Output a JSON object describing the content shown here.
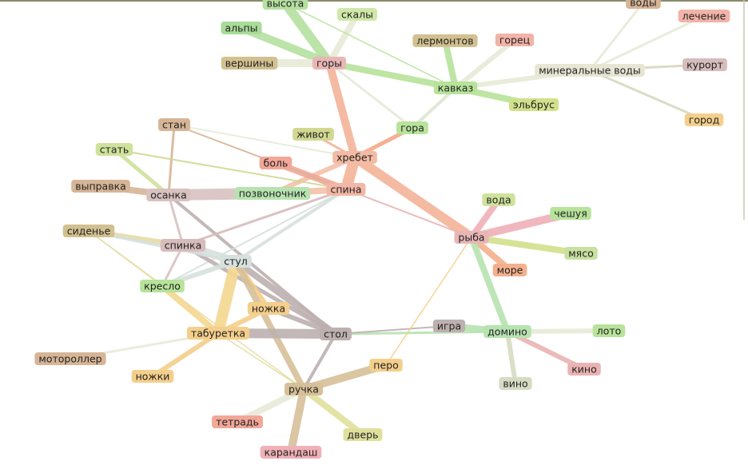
{
  "graph": {
    "nodes": [
      {
        "id": "высота",
        "label": "высота",
        "color": "#b5e0a0"
      },
      {
        "id": "скалы",
        "label": "скалы",
        "color": "#cfe8a8"
      },
      {
        "id": "воды",
        "label": "воды",
        "color": "#d6b596"
      },
      {
        "id": "лечение",
        "label": "лечение",
        "color": "#f2b3a8"
      },
      {
        "id": "альпы",
        "label": "альпы",
        "color": "#a8dc98"
      },
      {
        "id": "лермонтов",
        "label": "лермонтов",
        "color": "#d2c190"
      },
      {
        "id": "горец",
        "label": "горец",
        "color": "#f2b3a8"
      },
      {
        "id": "вершины",
        "label": "вершины",
        "color": "#d2c190"
      },
      {
        "id": "горы",
        "label": "горы",
        "color": "#e8b7b5"
      },
      {
        "id": "курорт",
        "label": "курорт",
        "color": "#d7bcbc"
      },
      {
        "id": "минеральные_воды",
        "label": "минеральные воды",
        "color": "#e8e5d3"
      },
      {
        "id": "кавказ",
        "label": "кавказ",
        "color": "#b7e39a"
      },
      {
        "id": "эльбрус",
        "label": "эльбрус",
        "color": "#d2e08c"
      },
      {
        "id": "город",
        "label": "город",
        "color": "#f4cf8c"
      },
      {
        "id": "стан",
        "label": "стан",
        "color": "#d6b596"
      },
      {
        "id": "живот",
        "label": "живот",
        "color": "#d2d890"
      },
      {
        "id": "гора",
        "label": "гора",
        "color": "#b7e39a"
      },
      {
        "id": "стать",
        "label": "стать",
        "color": "#cfe29c"
      },
      {
        "id": "хребет",
        "label": "хребет",
        "color": "#f4bba4"
      },
      {
        "id": "боль",
        "label": "боль",
        "color": "#f2a798"
      },
      {
        "id": "выправка",
        "label": "выправка",
        "color": "#d6b596"
      },
      {
        "id": "позвоночник",
        "label": "позвоночник",
        "color": "#b7e3b0"
      },
      {
        "id": "спина",
        "label": "спина",
        "color": "#f2b7a6"
      },
      {
        "id": "осанка",
        "label": "осанка",
        "color": "#d8c2c0"
      },
      {
        "id": "вода",
        "label": "вода",
        "color": "#cfe29c"
      },
      {
        "id": "чешуя",
        "label": "чешуя",
        "color": "#b7e39a"
      },
      {
        "id": "сиденье",
        "label": "сиденье",
        "color": "#d2c190"
      },
      {
        "id": "рыба",
        "label": "рыба",
        "color": "#e8b7b5"
      },
      {
        "id": "спинка",
        "label": "спинка",
        "color": "#d7bcbc"
      },
      {
        "id": "стул",
        "label": "стул",
        "color": "#d6e0dc"
      },
      {
        "id": "мясо",
        "label": "мясо",
        "color": "#c8e0a0"
      },
      {
        "id": "море",
        "label": "море",
        "color": "#f4b08c"
      },
      {
        "id": "кресло",
        "label": "кресло",
        "color": "#b7e39a"
      },
      {
        "id": "ножка",
        "label": "ножка",
        "color": "#f4cf8c"
      },
      {
        "id": "игра",
        "label": "игра",
        "color": "#bdb1b0"
      },
      {
        "id": "лото",
        "label": "лото",
        "color": "#b7e39a"
      },
      {
        "id": "домино",
        "label": "домино",
        "color": "#b7e3b0"
      },
      {
        "id": "табуретка",
        "label": "табуретка",
        "color": "#f4cf8c"
      },
      {
        "id": "стол",
        "label": "стол",
        "color": "#bdb1b0"
      },
      {
        "id": "мотороллер",
        "label": "мотороллер",
        "color": "#d6b596"
      },
      {
        "id": "кино",
        "label": "кино",
        "color": "#eab3b3"
      },
      {
        "id": "ножки",
        "label": "ножки",
        "color": "#f4cf8c"
      },
      {
        "id": "перо",
        "label": "перо",
        "color": "#f4cf8c"
      },
      {
        "id": "вино",
        "label": "вино",
        "color": "#d6dcc4"
      },
      {
        "id": "ручка",
        "label": "ручка",
        "color": "#d6c098"
      },
      {
        "id": "тетрадь",
        "label": "тетрадь",
        "color": "#f2a798"
      },
      {
        "id": "дверь",
        "label": "дверь",
        "color": "#dfe09c"
      },
      {
        "id": "карандаш",
        "label": "карандаш",
        "color": "#f0b0b8"
      }
    ],
    "edges": [
      {
        "source": "горы",
        "target": "высота",
        "color": "#b5e0a0",
        "weight": 12
      },
      {
        "source": "горы",
        "target": "скалы",
        "color": "#e8ead8",
        "weight": 8
      },
      {
        "source": "горы",
        "target": "альпы",
        "color": "#b5e0a0",
        "weight": 10
      },
      {
        "source": "горы",
        "target": "вершины",
        "color": "#e8ead8",
        "weight": 10
      },
      {
        "source": "горы",
        "target": "кавказ",
        "color": "#b7e39a",
        "weight": 8
      },
      {
        "source": "горы",
        "target": "хребет",
        "color": "#f4b398",
        "weight": 10
      },
      {
        "source": "горы",
        "target": "гора",
        "color": "#e6ead8",
        "weight": 3
      },
      {
        "source": "высота",
        "target": "кавказ",
        "color": "#b7e39a",
        "weight": 1.5
      },
      {
        "source": "кавказ",
        "target": "лермонтов",
        "color": "#b7e39a",
        "weight": 8
      },
      {
        "source": "кавказ",
        "target": "горец",
        "color": "#e8ead8",
        "weight": 6
      },
      {
        "source": "кавказ",
        "target": "эльбрус",
        "color": "#b7e39a",
        "weight": 8
      },
      {
        "source": "кавказ",
        "target": "минеральные_воды",
        "color": "#e8ead8",
        "weight": 6
      },
      {
        "source": "кавказ",
        "target": "гора",
        "color": "#dde6d2",
        "weight": 4
      },
      {
        "source": "минеральные_воды",
        "target": "воды",
        "color": "#e8ead8",
        "weight": 3
      },
      {
        "source": "минеральные_воды",
        "target": "лечение",
        "color": "#e8ead8",
        "weight": 3
      },
      {
        "source": "минеральные_воды",
        "target": "курорт",
        "color": "#d8d8c0",
        "weight": 3
      },
      {
        "source": "минеральные_воды",
        "target": "город",
        "color": "#d8d8c0",
        "weight": 3
      },
      {
        "source": "гора",
        "target": "хребет",
        "color": "#f4a888",
        "weight": 5
      },
      {
        "source": "хребет",
        "target": "живот",
        "color": "#f4b398",
        "weight": 3
      },
      {
        "source": "хребет",
        "target": "спина",
        "color": "#f4b398",
        "weight": 14
      },
      {
        "source": "хребет",
        "target": "рыба",
        "color": "#f4b398",
        "weight": 12
      },
      {
        "source": "хребет",
        "target": "позвоночник",
        "color": "#f4c0a8",
        "weight": 6
      },
      {
        "source": "хребет",
        "target": "стан",
        "color": "#e8ead8",
        "weight": 2
      },
      {
        "source": "боль",
        "target": "спина",
        "color": "#f2a798",
        "weight": 8
      },
      {
        "source": "стан",
        "target": "спина",
        "color": "#d6b596",
        "weight": 2
      },
      {
        "source": "стан",
        "target": "осанка",
        "color": "#d6b596",
        "weight": 3
      },
      {
        "source": "стать",
        "target": "осанка",
        "color": "#cfe29c",
        "weight": 5
      },
      {
        "source": "стать",
        "target": "спина",
        "color": "#d2d890",
        "weight": 2
      },
      {
        "source": "выправка",
        "target": "осанка",
        "color": "#d6b596",
        "weight": 8
      },
      {
        "source": "осанка",
        "target": "позвоночник",
        "color": "#d8c2c0",
        "weight": 14
      },
      {
        "source": "позвоночник",
        "target": "спина",
        "color": "#f4c0a8",
        "weight": 8
      },
      {
        "source": "осанка",
        "target": "стол",
        "color": "#bdb1b0",
        "weight": 4
      },
      {
        "source": "осанка",
        "target": "спинка",
        "color": "#d8c2c0",
        "weight": 3
      },
      {
        "source": "спина",
        "target": "спинка",
        "color": "#d7bcbc",
        "weight": 3
      },
      {
        "source": "спина",
        "target": "стул",
        "color": "#d6e0dc",
        "weight": 4
      },
      {
        "source": "спина",
        "target": "рыба",
        "color": "#eab3b3",
        "weight": 2
      },
      {
        "source": "спина",
        "target": "кресло",
        "color": "#d6e0dc",
        "weight": 2
      },
      {
        "source": "спинка",
        "target": "стул",
        "color": "#d6e0dc",
        "weight": 10
      },
      {
        "source": "спинка",
        "target": "кресло",
        "color": "#d8c2c0",
        "weight": 3
      },
      {
        "source": "спинка",
        "target": "стол",
        "color": "#bdb1b0",
        "weight": 5
      },
      {
        "source": "сиденье",
        "target": "спинка",
        "color": "#e6dca8",
        "weight": 6
      },
      {
        "source": "сиденье",
        "target": "стул",
        "color": "#d6e0dc",
        "weight": 4
      },
      {
        "source": "сиденье",
        "target": "ручка",
        "color": "#e6dca8",
        "weight": 1.5
      },
      {
        "source": "сиденье",
        "target": "кресло",
        "color": "#e6dca8",
        "weight": 1.5
      },
      {
        "source": "стул",
        "target": "табуретка",
        "color": "#f4d890",
        "weight": 14
      },
      {
        "source": "стул",
        "target": "стол",
        "color": "#bdb1b0",
        "weight": 8
      },
      {
        "source": "стул",
        "target": "ножка",
        "color": "#f4cf8c",
        "weight": 6
      },
      {
        "source": "стул",
        "target": "кресло",
        "color": "#d6e0dc",
        "weight": 6
      },
      {
        "source": "стул",
        "target": "ручка",
        "color": "#d6c098",
        "weight": 8
      },
      {
        "source": "кресло",
        "target": "табуретка",
        "color": "#f4d890",
        "weight": 8
      },
      {
        "source": "ножка",
        "target": "стол",
        "color": "#bdb1b0",
        "weight": 6
      },
      {
        "source": "ножка",
        "target": "табуретка",
        "color": "#f4cf8c",
        "weight": 6
      },
      {
        "source": "табуретка",
        "target": "стол",
        "color": "#bdb1b0",
        "weight": 12
      },
      {
        "source": "табуретка",
        "target": "мотороллер",
        "color": "#e8ead8",
        "weight": 3
      },
      {
        "source": "табуретка",
        "target": "ножки",
        "color": "#f4cf8c",
        "weight": 6
      },
      {
        "source": "табуретка",
        "target": "ручка",
        "color": "#dfe09c",
        "weight": 1.5
      },
      {
        "source": "стол",
        "target": "ручка",
        "color": "#bdb1b0",
        "weight": 4
      },
      {
        "source": "стол",
        "target": "домино",
        "color": "#b7e3b0",
        "weight": 3
      },
      {
        "source": "стол",
        "target": "игра",
        "color": "#bdb1b0",
        "weight": 2
      },
      {
        "source": "игра",
        "target": "домино",
        "color": "#b7e3b0",
        "weight": 8
      },
      {
        "source": "рыба",
        "target": "вода",
        "color": "#f0b0b8",
        "weight": 8
      },
      {
        "source": "рыба",
        "target": "чешуя",
        "color": "#f0b0b8",
        "weight": 10
      },
      {
        "source": "рыба",
        "target": "мясо",
        "color": "#d2e08c",
        "weight": 8
      },
      {
        "source": "рыба",
        "target": "море",
        "color": "#f4b08c",
        "weight": 8
      },
      {
        "source": "рыба",
        "target": "домино",
        "color": "#b7e3b0",
        "weight": 8
      },
      {
        "source": "рыба",
        "target": "перо",
        "color": "#f4cf8c",
        "weight": 1.5
      },
      {
        "source": "домино",
        "target": "лото",
        "color": "#e8ead8",
        "weight": 6
      },
      {
        "source": "домино",
        "target": "кино",
        "color": "#eab3b3",
        "weight": 6
      },
      {
        "source": "домино",
        "target": "вино",
        "color": "#d6dcc4",
        "weight": 6
      },
      {
        "source": "ручка",
        "target": "перо",
        "color": "#d6c098",
        "weight": 10
      },
      {
        "source": "ручка",
        "target": "тетрадь",
        "color": "#e8ead8",
        "weight": 8
      },
      {
        "source": "ручка",
        "target": "дверь",
        "color": "#dfe09c",
        "weight": 8
      },
      {
        "source": "ручка",
        "target": "карандаш",
        "color": "#d6c098",
        "weight": 10
      }
    ]
  }
}
